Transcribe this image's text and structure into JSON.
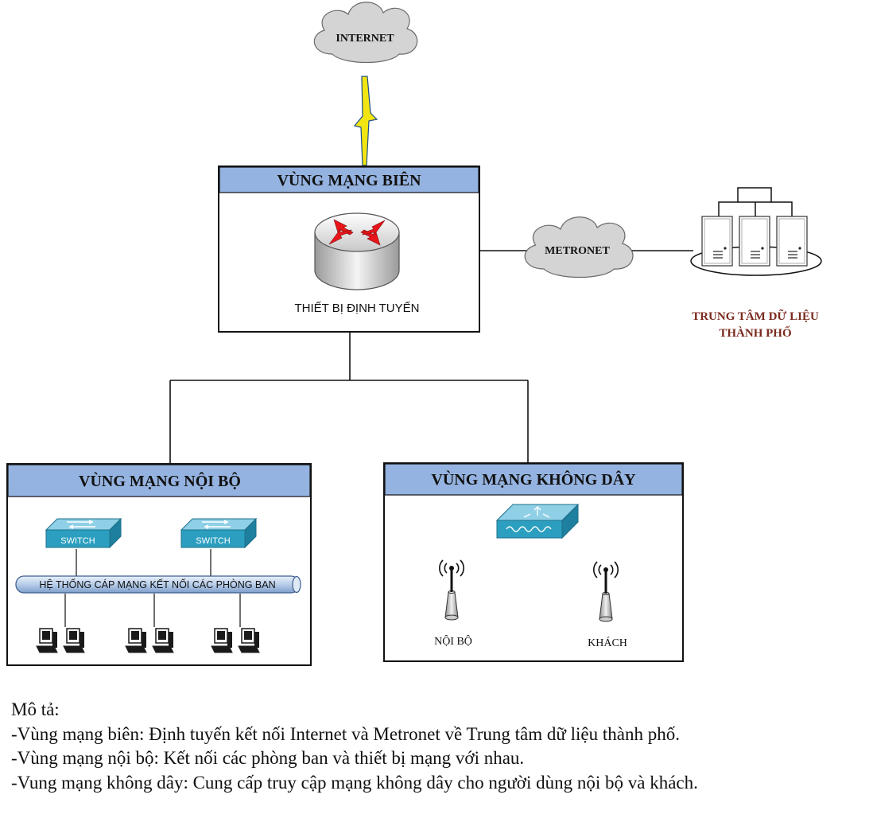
{
  "clouds": {
    "internet": "INTERNET",
    "metronet": "METRONET"
  },
  "zones": {
    "edge": {
      "title": "VÙNG MẠNG BIÊN",
      "router_label": "THIẾT BỊ ĐỊNH TUYẾN"
    },
    "internal": {
      "title": "VÙNG MẠNG NỘI BỘ",
      "switch_label": "SWITCH",
      "cable_label": "HỆ THỐNG CÁP MẠNG KẾT NỐI CÁC PHÒNG BAN"
    },
    "wireless": {
      "title": "VÙNG MẠNG KHÔNG DÂY",
      "ap_internal": "NỘI BỘ",
      "ap_guest": "KHÁCH"
    }
  },
  "datacenter": {
    "line1": "TRUNG TÂM DỮ LIỆU",
    "line2": "THÀNH PHỐ"
  },
  "description": {
    "heading": "Mô tả:",
    "lines": [
      "-Vùng mạng biên: Định tuyến kết nối Internet và Metronet về Trung tâm dữ liệu thành phố.",
      "-Vùng mạng nội bộ:  Kết nối các phòng ban và thiết bị mạng với nhau.",
      "-Vung mạng không dây: Cung cấp truy cập mạng không dây cho người dùng nội bộ và khách."
    ]
  },
  "colors": {
    "header_fill": "#95b3e0",
    "cloud_fill": "#d4d4d4",
    "switch_fill": "#2c9fc0",
    "arrow_red": "#e8161b",
    "lightning_yellow": "#f2e511"
  }
}
